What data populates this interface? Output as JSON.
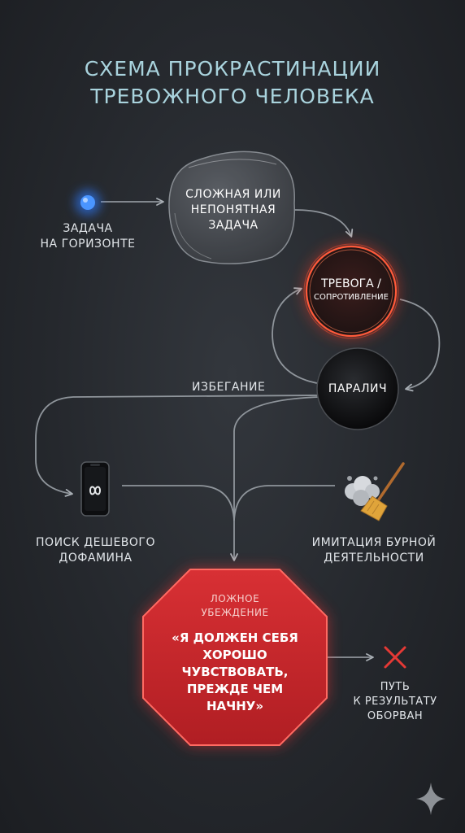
{
  "title": {
    "line1": "СХЕМА ПРОКРАСТИНАЦИИ",
    "line2": "ТРЕВОЖНОГО ЧЕЛОВЕКА"
  },
  "nodes": {
    "task": {
      "line1": "ЗАДАЧА",
      "line2": "НА ГОРИЗОНТЕ"
    },
    "complex": {
      "line1": "СЛОЖНАЯ ИЛИ",
      "line2": "НЕПОНЯТНАЯ",
      "line3": "ЗАДАЧА"
    },
    "anxiety": {
      "line1": "ТРЕВОГА /",
      "line2": "СОПРОТИВЛЕНИЕ"
    },
    "paralysis": {
      "label": "ПАРАЛИЧ"
    },
    "avoidance": {
      "label": "ИЗБЕГАНИЕ"
    },
    "dopamine": {
      "line1": "ПОИСК ДЕШЕВОГО",
      "line2": "ДОФАМИНА",
      "icon": "phone-infinity-icon"
    },
    "imitation": {
      "line1": "ИМИТАЦИЯ БУРНОЙ",
      "line2": "ДЕЯТЕЛЬНОСТИ",
      "icon": "broom-dust-icon"
    },
    "belief": {
      "header1": "ЛОЖНОЕ",
      "header2": "УБЕЖДЕНИЕ",
      "quote1": "«Я ДОЛЖЕН СЕБЯ",
      "quote2": "ХОРОШО",
      "quote3": "ЧУВСТВОВАТЬ,",
      "quote4": "ПРЕЖДЕ ЧЕМ",
      "quote5": "НАЧНУ»"
    },
    "broken": {
      "line1": "ПУТЬ",
      "line2": "К РЕЗУЛЬТАТУ",
      "line3": "ОБОРВАН",
      "icon": "cross-icon"
    }
  },
  "colors": {
    "title": "#a9d3dd",
    "task_dot": "#3d8bff",
    "anxiety_glow": "#ff4a2e",
    "belief_fill": "#c8272b",
    "cross": "#e53935",
    "arrows": "#9aa0a6"
  },
  "decor": {
    "corner_icon": "sparkle-icon"
  }
}
